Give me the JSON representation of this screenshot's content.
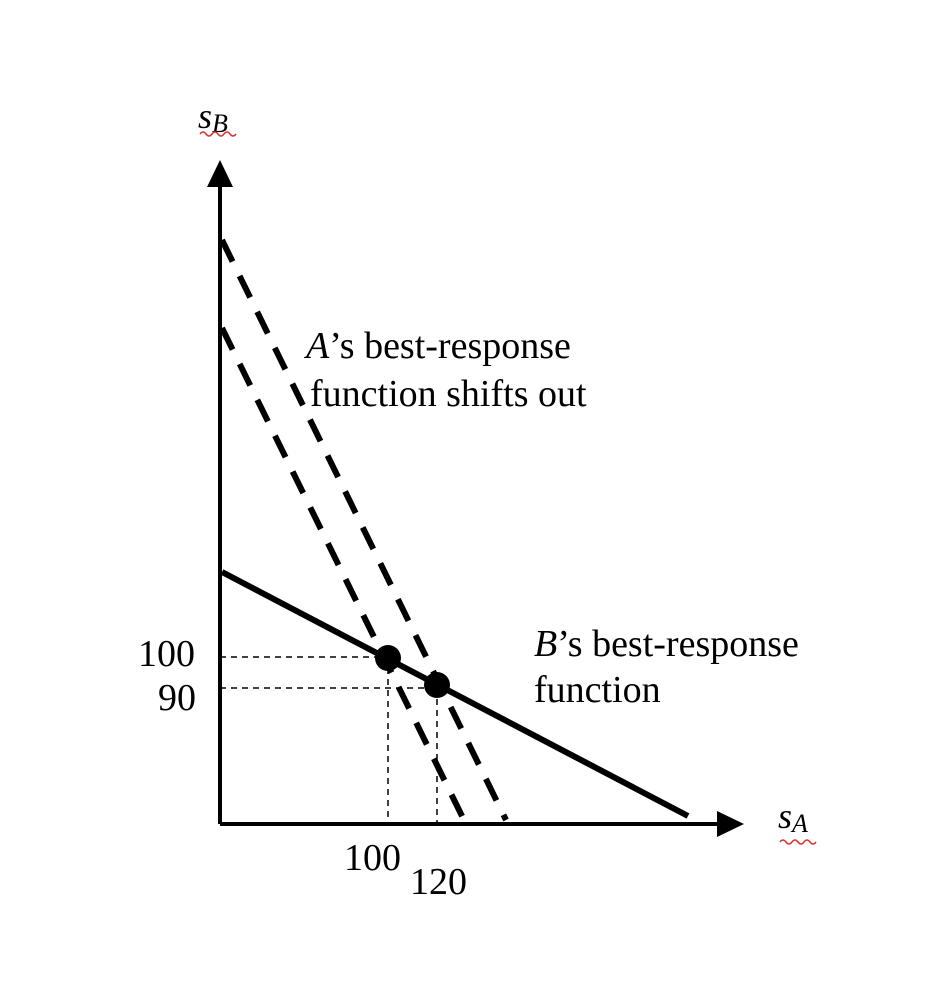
{
  "axes": {
    "y_label": {
      "main": "s",
      "sub": "B"
    },
    "x_label": {
      "main": "s",
      "sub": "A"
    }
  },
  "labels": {
    "a_curve": {
      "prefix": "A",
      "line1_rest": "’s best-response",
      "line2": "function shifts out"
    },
    "b_curve": {
      "prefix": "B",
      "line1_rest": "’s best-response",
      "line2": "function"
    }
  },
  "ticks": {
    "y_100": "100",
    "y_90": "90",
    "x_100": "100",
    "x_120": "120"
  },
  "colors": {
    "ink": "#000000",
    "squiggle": "#e03030"
  }
}
